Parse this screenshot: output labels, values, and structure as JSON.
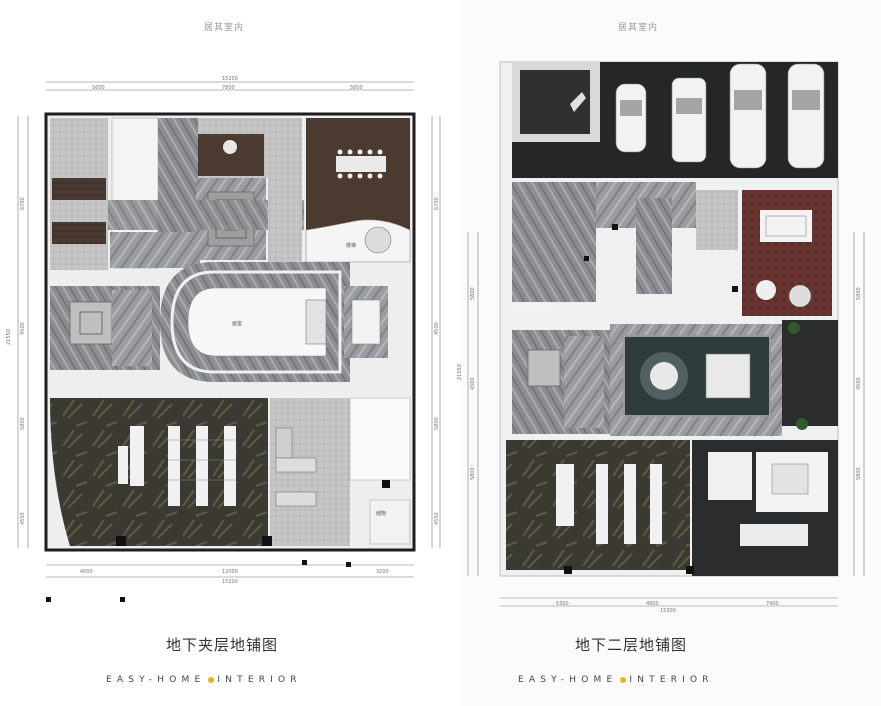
{
  "left_plan": {
    "header_tag": "居其室内",
    "caption": "地下夹层地铺图",
    "brand": {
      "part1": "EASY-HOME",
      "part2": "INTERIOR"
    },
    "dimensions": {
      "top_total": "15200",
      "top_segments": [
        "5600",
        "7800",
        "5800"
      ],
      "bottom_segments": [
        "4000",
        "12000",
        "3200"
      ],
      "bottom_total": "15200",
      "left_total": "21550",
      "left_segments": [
        "6700",
        "4500",
        "5800",
        "4550"
      ],
      "right_segments": [
        "6700",
        "4500",
        "5800",
        "4550"
      ]
    },
    "rooms": {
      "main_hall": "画室",
      "stair": "楼梯",
      "storage": "储物"
    }
  },
  "right_plan": {
    "header_tag": "居其室内",
    "caption": "地下二层地铺图",
    "brand": {
      "part1": "EASY-HOME",
      "part2": "INTERIOR"
    },
    "dimensions": {
      "bottom_segments": [
        "5300",
        "4800",
        "7400"
      ],
      "bottom_total": "15300",
      "left_total": "21550",
      "left_segments": [
        "5800",
        "4500",
        "5800"
      ],
      "right_segments": [
        "5800",
        "4500",
        "5800"
      ]
    }
  },
  "colors": {
    "stone_grey": "#8d8f92",
    "dark_marble": "#3a3c3e",
    "wood_brown": "#4a3a30",
    "garage_dark": "#252628",
    "hatch_dark": "#3b3a32",
    "wall": "#1e1e1e",
    "accent_dot": "#e3b51b"
  }
}
